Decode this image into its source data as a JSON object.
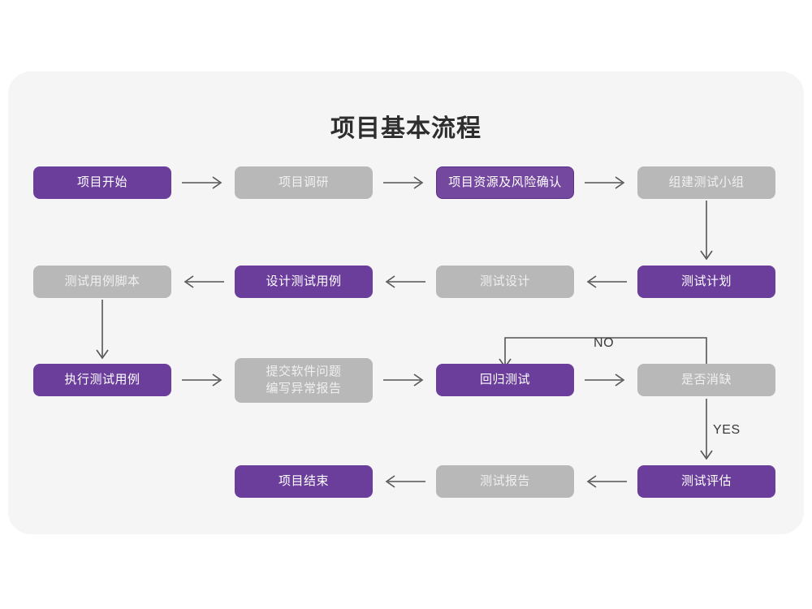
{
  "page": {
    "title": "项目基本流程",
    "background_color": "#ffffff",
    "panel_color": "#f5f5f5"
  },
  "colors": {
    "purple": "#6b3e9c",
    "purple_alt": "#75489f",
    "gray": "#b8b8b8",
    "arrow": "#555555",
    "text_dark": "#2e2e2e"
  },
  "chart_data": {
    "type": "diagram",
    "title": "项目基本流程",
    "nodes": [
      {
        "id": "n1",
        "label": "项目开始",
        "style": "purple",
        "row": 1,
        "col": 1
      },
      {
        "id": "n2",
        "label": "项目调研",
        "style": "gray",
        "row": 1,
        "col": 2
      },
      {
        "id": "n3",
        "label": "项目资源及风险确认",
        "style": "purple-alt",
        "row": 1,
        "col": 3
      },
      {
        "id": "n4",
        "label": "组建测试小组",
        "style": "gray",
        "row": 1,
        "col": 4
      },
      {
        "id": "n5",
        "label": "测试用例脚本",
        "style": "gray",
        "row": 2,
        "col": 1
      },
      {
        "id": "n6",
        "label": "设计测试用例",
        "style": "purple",
        "row": 2,
        "col": 2
      },
      {
        "id": "n7",
        "label": "测试设计",
        "style": "gray",
        "row": 2,
        "col": 3
      },
      {
        "id": "n8",
        "label": "测试计划",
        "style": "purple",
        "row": 2,
        "col": 4
      },
      {
        "id": "n9",
        "label": "执行测试用例",
        "style": "purple",
        "row": 3,
        "col": 1
      },
      {
        "id": "n10",
        "label": "提交软件问题\n编写异常报告",
        "style": "gray",
        "row": 3,
        "col": 2
      },
      {
        "id": "n11",
        "label": "回归测试",
        "style": "purple",
        "row": 3,
        "col": 3
      },
      {
        "id": "n12",
        "label": "是否消缺",
        "style": "gray",
        "row": 3,
        "col": 4
      },
      {
        "id": "n13",
        "label": "项目结束",
        "style": "purple",
        "row": 4,
        "col": 2
      },
      {
        "id": "n14",
        "label": "测试报告",
        "style": "gray",
        "row": 4,
        "col": 3
      },
      {
        "id": "n15",
        "label": "测试评估",
        "style": "purple",
        "row": 4,
        "col": 4
      }
    ],
    "edges": [
      {
        "from": "n1",
        "to": "n2",
        "label": "",
        "direction": "right"
      },
      {
        "from": "n2",
        "to": "n3",
        "label": "",
        "direction": "right"
      },
      {
        "from": "n3",
        "to": "n4",
        "label": "",
        "direction": "right"
      },
      {
        "from": "n4",
        "to": "n8",
        "label": "",
        "direction": "down"
      },
      {
        "from": "n8",
        "to": "n7",
        "label": "",
        "direction": "left"
      },
      {
        "from": "n7",
        "to": "n6",
        "label": "",
        "direction": "left"
      },
      {
        "from": "n6",
        "to": "n5",
        "label": "",
        "direction": "left"
      },
      {
        "from": "n5",
        "to": "n9",
        "label": "",
        "direction": "down"
      },
      {
        "from": "n9",
        "to": "n10",
        "label": "",
        "direction": "right"
      },
      {
        "from": "n10",
        "to": "n11",
        "label": "",
        "direction": "right"
      },
      {
        "from": "n11",
        "to": "n12",
        "label": "",
        "direction": "right"
      },
      {
        "from": "n12",
        "to": "n11",
        "label": "NO",
        "direction": "loop-up-left"
      },
      {
        "from": "n12",
        "to": "n15",
        "label": "YES",
        "direction": "down"
      },
      {
        "from": "n15",
        "to": "n14",
        "label": "",
        "direction": "left"
      },
      {
        "from": "n14",
        "to": "n13",
        "label": "",
        "direction": "left"
      }
    ],
    "edge_labels": {
      "no": "NO",
      "yes": "YES"
    }
  }
}
